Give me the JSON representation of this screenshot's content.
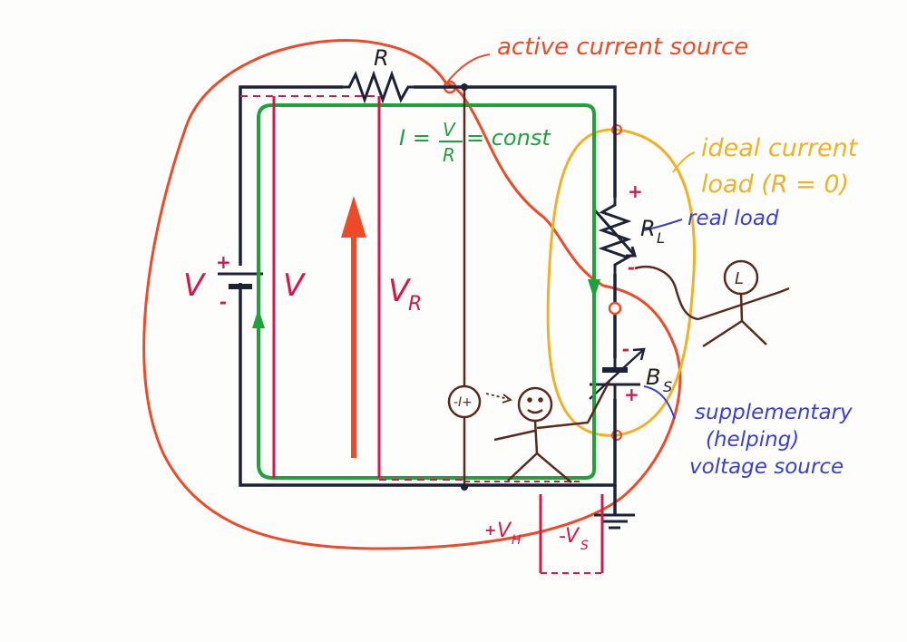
{
  "labels": {
    "resistor": "R",
    "active_source": "active current source",
    "ideal_load_1": "ideal current",
    "ideal_load_2": "load (R = 0)",
    "load_resistor": "R",
    "load_resistor_sub": "L",
    "real_load": "real load",
    "battery": "V",
    "voltage_v": "V",
    "voltage_vr": "V",
    "voltage_vr_sub": "R",
    "aux_battery": "B",
    "aux_battery_sub": "S",
    "helper_1": "supplementary",
    "helper_2": "(helping)",
    "helper_3": "voltage source",
    "formula_left": "I =",
    "formula_num": "V",
    "formula_den": "R",
    "formula_right": "= const",
    "vh": "V",
    "vh_sub": "H",
    "vs": "-V",
    "vs_sub": "S",
    "plus": "+",
    "minus": "-",
    "ammeter": "-I+",
    "load_person": "L"
  },
  "colors": {
    "wire": "#1e2238",
    "current_loop": "#1fa23b",
    "voltage": "#d4194a",
    "active_source": "#ec4b2a",
    "ideal_load": "#efb128",
    "helper": "#3b3fd1",
    "people": "#5a2a1e"
  },
  "icons": [
    "battery-icon",
    "resistor-icon",
    "variable-resistor-icon",
    "variable-battery-icon",
    "ground-icon",
    "ammeter-icon",
    "stick-figure-helper",
    "stick-figure-load"
  ]
}
